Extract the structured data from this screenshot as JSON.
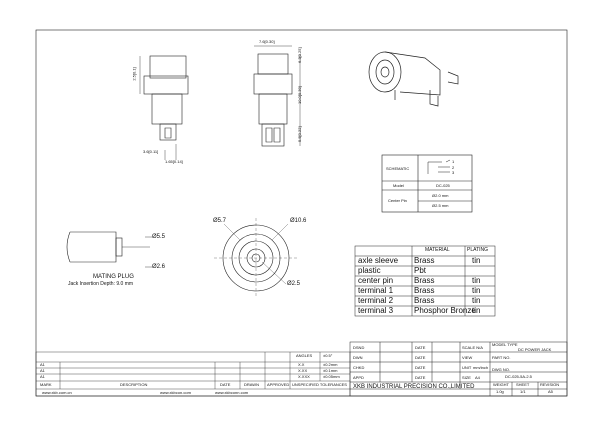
{
  "dims": {
    "top_width": "7.6[0.30]",
    "side_height_a": "2.5[0.1]",
    "side_h_1": "6.3[0.25]",
    "side_h_2": "10.0[0.39]",
    "side_h_3": "5.5[0.22]",
    "foot_a": "3.6[0.11]",
    "foot_b": "1.65[0.14]",
    "plug_d1": "Ø5.5",
    "plug_d2": "Ø2.6",
    "front_d1": "Ø5.7",
    "front_d2": "Ø10.6",
    "front_d3": "Ø2.5"
  },
  "mating_plug": {
    "title": "MATING PLUG",
    "depth": "Jack Insertion Depth: 9.0 mm"
  },
  "schematic_box": {
    "label_schematic": "SCHEMATIC",
    "pin1": "1",
    "pin2": "2",
    "pin3": "3",
    "label_model": "Model",
    "model_value": "DC-025",
    "label_center_pin": "Center Pin",
    "center_pin_1": "Ø2.0 mm",
    "center_pin_2": "Ø2.5 mm"
  },
  "material_table": {
    "headers": [
      "",
      "MATERIAL",
      "PLATING"
    ],
    "rows": [
      [
        "axle sleeve",
        "Brass",
        "tin"
      ],
      [
        "plastic",
        "Pbt",
        ""
      ],
      [
        "center pin",
        "Brass",
        "tin"
      ],
      [
        "terminal 1",
        "Brass",
        "tin"
      ],
      [
        "terminal 2",
        "Brass",
        "tin"
      ],
      [
        "terminal 3",
        "Phosphor Bronze",
        "tin"
      ]
    ]
  },
  "title_block": {
    "dsnd": "DSND",
    "chkd": "CHKD",
    "dwn": "DWN",
    "appd": "APPD",
    "date": "DATE",
    "scale": "SCALE N/A",
    "model_type": "MODEL TYPE",
    "model_type_value": "DC POWER JACK",
    "part_no": "PART NO.",
    "view": "VIEW",
    "unit": "UNIT",
    "unit_value": "mm/inch",
    "dwg_no": "DWG NO.",
    "dwg_no_value": "DC-025-5A-2.5",
    "size": "SIZE",
    "size_value": "A4",
    "weight": "WEIGHT",
    "weight_value": "1.0g",
    "sheet": "SHEET",
    "sheet_value": "1/1",
    "revision": "REVISION",
    "revision_value": "A5",
    "company": "XKB INDUSTRIAL PRECISION CO.,LIMITED",
    "unspec_tol": "UNSPECIFIED TOLERANCES",
    "tol_header": [
      "ANGLES",
      "±0.5°"
    ],
    "tol_rows": [
      [
        "X.X",
        "±0.2mm"
      ],
      [
        "X.XX",
        "±0.1mm"
      ],
      [
        "X.XXX",
        "±0.05mm"
      ]
    ]
  },
  "rev_block": {
    "marks": [
      "A1",
      "A1",
      "A1"
    ],
    "mark_label": "MARK",
    "desc_label": "DESCRIPTION",
    "date_label": "DATE",
    "drawn_label": "DRAWN",
    "approved_label": "APPROVED",
    "footer": [
      "www.xkb.com.cn",
      "www.xkbcon.com",
      "www.xkbconn.com"
    ]
  }
}
